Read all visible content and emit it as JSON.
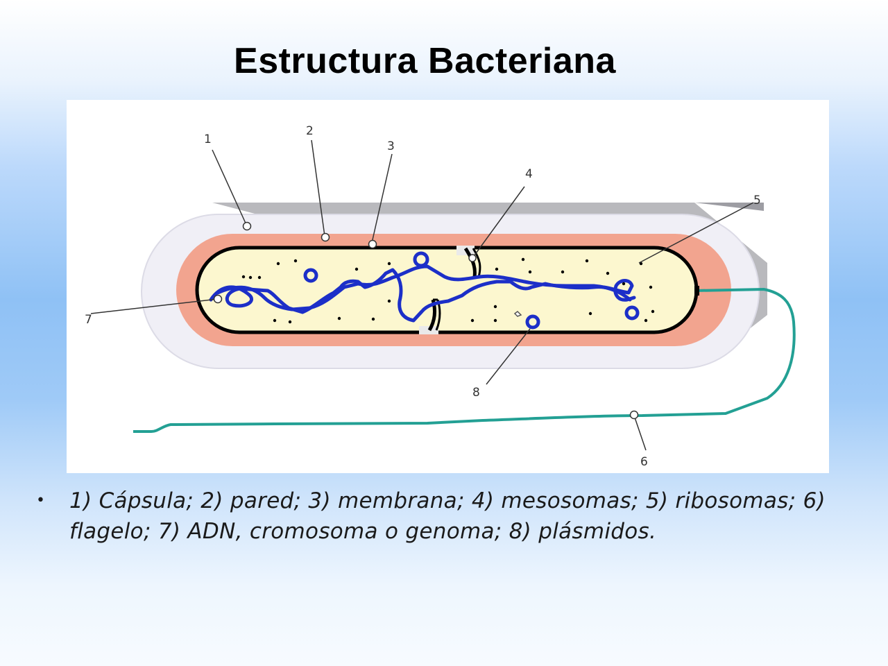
{
  "slide": {
    "title": "Estructura Bacteriana",
    "caption_bullet": "•",
    "caption": "1) Cápsula; 2) pared; 3) membrana; 4) mesosomas; 5) ribosomas; 6) flagelo; 7) ADN, cromosoma o genoma; 8) plásmidos."
  },
  "diagram": {
    "labels": [
      "1",
      "2",
      "3",
      "4",
      "5",
      "6",
      "7",
      "8"
    ],
    "colors": {
      "capsule": "#f0eff6",
      "capsule_shadow": "#b9b9bd",
      "wall": "#f2a48f",
      "cytoplasm": "#fcf7cf",
      "membrane": "#000000",
      "dna": "#1c2fc8",
      "flagellum": "#23a094",
      "leader": "#333333"
    }
  }
}
